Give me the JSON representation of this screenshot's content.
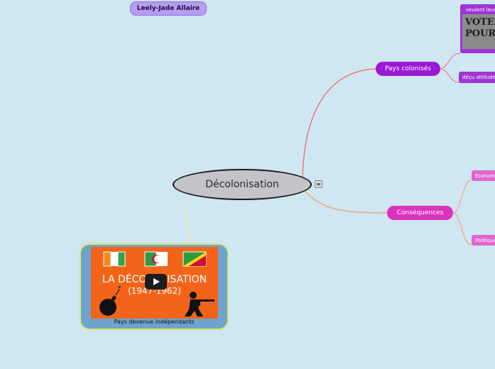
{
  "author": "Leely-Jade Allaire",
  "root": {
    "title": "Décolonisation",
    "menu_icon": "≡"
  },
  "branches": {
    "pays": {
      "label": "Pays colonisés",
      "color": "#9b19d6"
    },
    "consequences": {
      "label": "Conséquences",
      "color": "#db33be"
    }
  },
  "leaves": {
    "veulent": {
      "label": "veulent leur",
      "photo_text_1": "VOTEZ",
      "photo_text_2": "POUR"
    },
    "decu": {
      "label": "déçu attitude"
    },
    "economie": {
      "label": "Économ"
    },
    "politique": {
      "label": "Politique"
    }
  },
  "video": {
    "title_line1": "LA DÉCOLONISATION",
    "title_line2": "(1947-1962)",
    "caption": "Pays devenue indépendants"
  },
  "colors": {
    "background": "#cfe6f3",
    "line_pays": "#f26b6b",
    "line_consequences": "#f6a05f",
    "line_video": "#e8ee8a"
  }
}
